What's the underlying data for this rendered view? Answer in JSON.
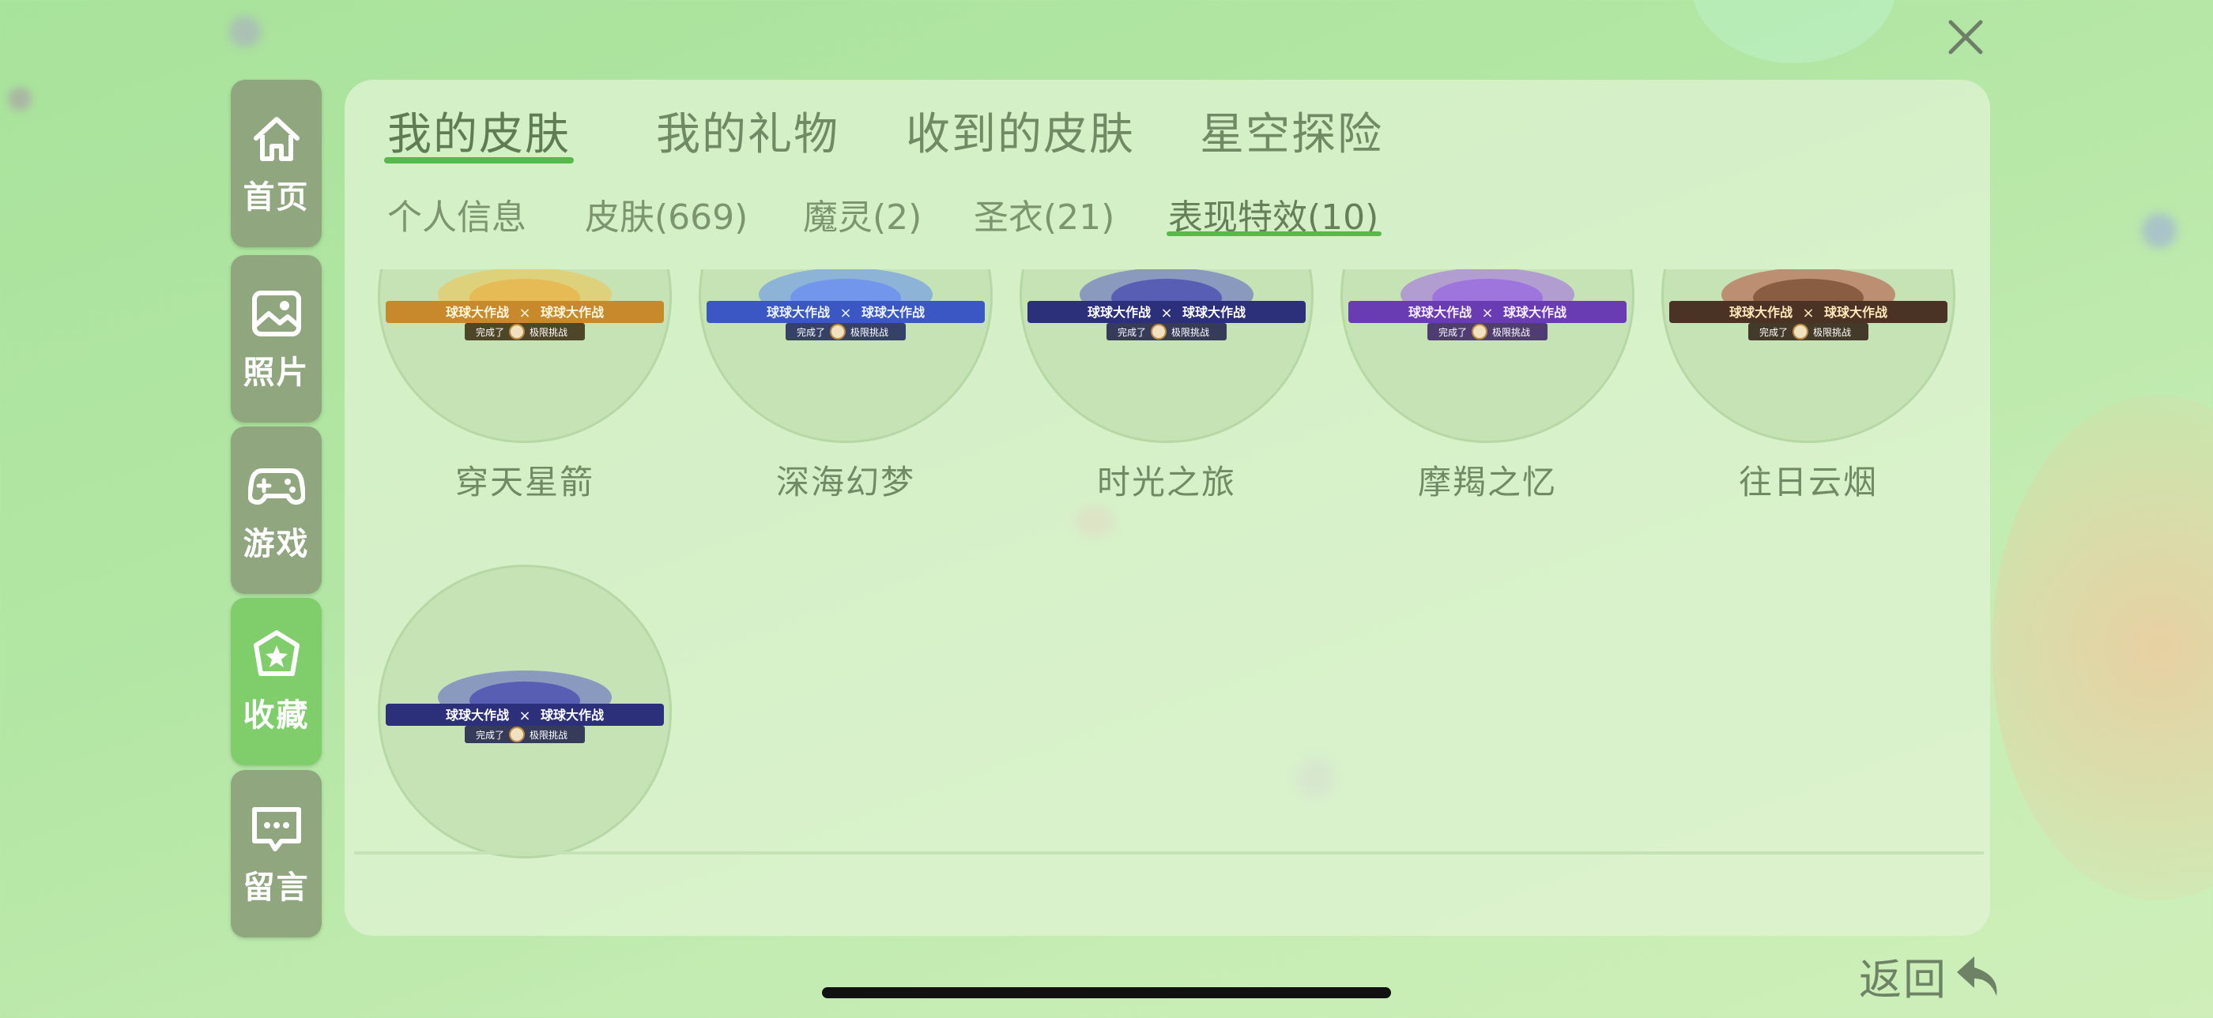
{
  "window": {
    "close_icon": "close-icon"
  },
  "sidebar": {
    "items": [
      {
        "label": "首页",
        "icon": "home-icon",
        "active": false
      },
      {
        "label": "照片",
        "icon": "photo-icon",
        "active": false
      },
      {
        "label": "游戏",
        "icon": "gamepad-icon",
        "active": false
      },
      {
        "label": "收藏",
        "icon": "star-badge-icon",
        "active": true
      },
      {
        "label": "留言",
        "icon": "message-icon",
        "active": false
      }
    ]
  },
  "tabs": [
    {
      "label": "我的皮肤",
      "active": true
    },
    {
      "label": "我的礼物",
      "active": false
    },
    {
      "label": "收到的皮肤",
      "active": false
    },
    {
      "label": "星空探险",
      "active": false
    }
  ],
  "subtabs": [
    {
      "label": "个人信息",
      "active": false
    },
    {
      "label": "皮肤(669)",
      "active": false
    },
    {
      "label": "魔灵(2)",
      "active": false
    },
    {
      "label": "圣衣(21)",
      "active": false
    },
    {
      "label": "表现特效(10)",
      "active": true
    }
  ],
  "effects": [
    {
      "name": "穿天星箭",
      "badge_left": "球球大作战",
      "badge_right": "球球大作战",
      "badge_sub": "完成了",
      "badge_sub2": "极限挑战",
      "theme": "gold"
    },
    {
      "name": "深海幻梦",
      "badge_left": "球球大作战",
      "badge_right": "球球大作战",
      "badge_sub": "完成了",
      "badge_sub2": "极限挑战",
      "theme": "blue"
    },
    {
      "name": "时光之旅",
      "badge_left": "球球大作战",
      "badge_right": "球球大作战",
      "badge_sub": "完成了",
      "badge_sub2": "极限挑战",
      "theme": "navy"
    },
    {
      "name": "摩羯之忆",
      "badge_left": "球球大作战",
      "badge_right": "球球大作战",
      "badge_sub": "完成了",
      "badge_sub2": "极限挑战",
      "theme": "purple"
    },
    {
      "name": "往日云烟",
      "badge_left": "球球大作战",
      "badge_right": "球球大作战",
      "badge_sub": "完成了",
      "badge_sub2": "极限挑战",
      "theme": "brown"
    },
    {
      "name": "",
      "badge_left": "球球大作战",
      "badge_right": "球球大作战",
      "badge_sub": "完成了",
      "badge_sub2": "极限挑战",
      "theme": "navy"
    }
  ],
  "badge_separator": "×",
  "back": {
    "label": "返回",
    "icon": "back-arrow-icon"
  },
  "colors": {
    "accent": "#58b94a",
    "sidebar_bg": "#8fa67f",
    "sidebar_active": "#7fcd6b"
  }
}
